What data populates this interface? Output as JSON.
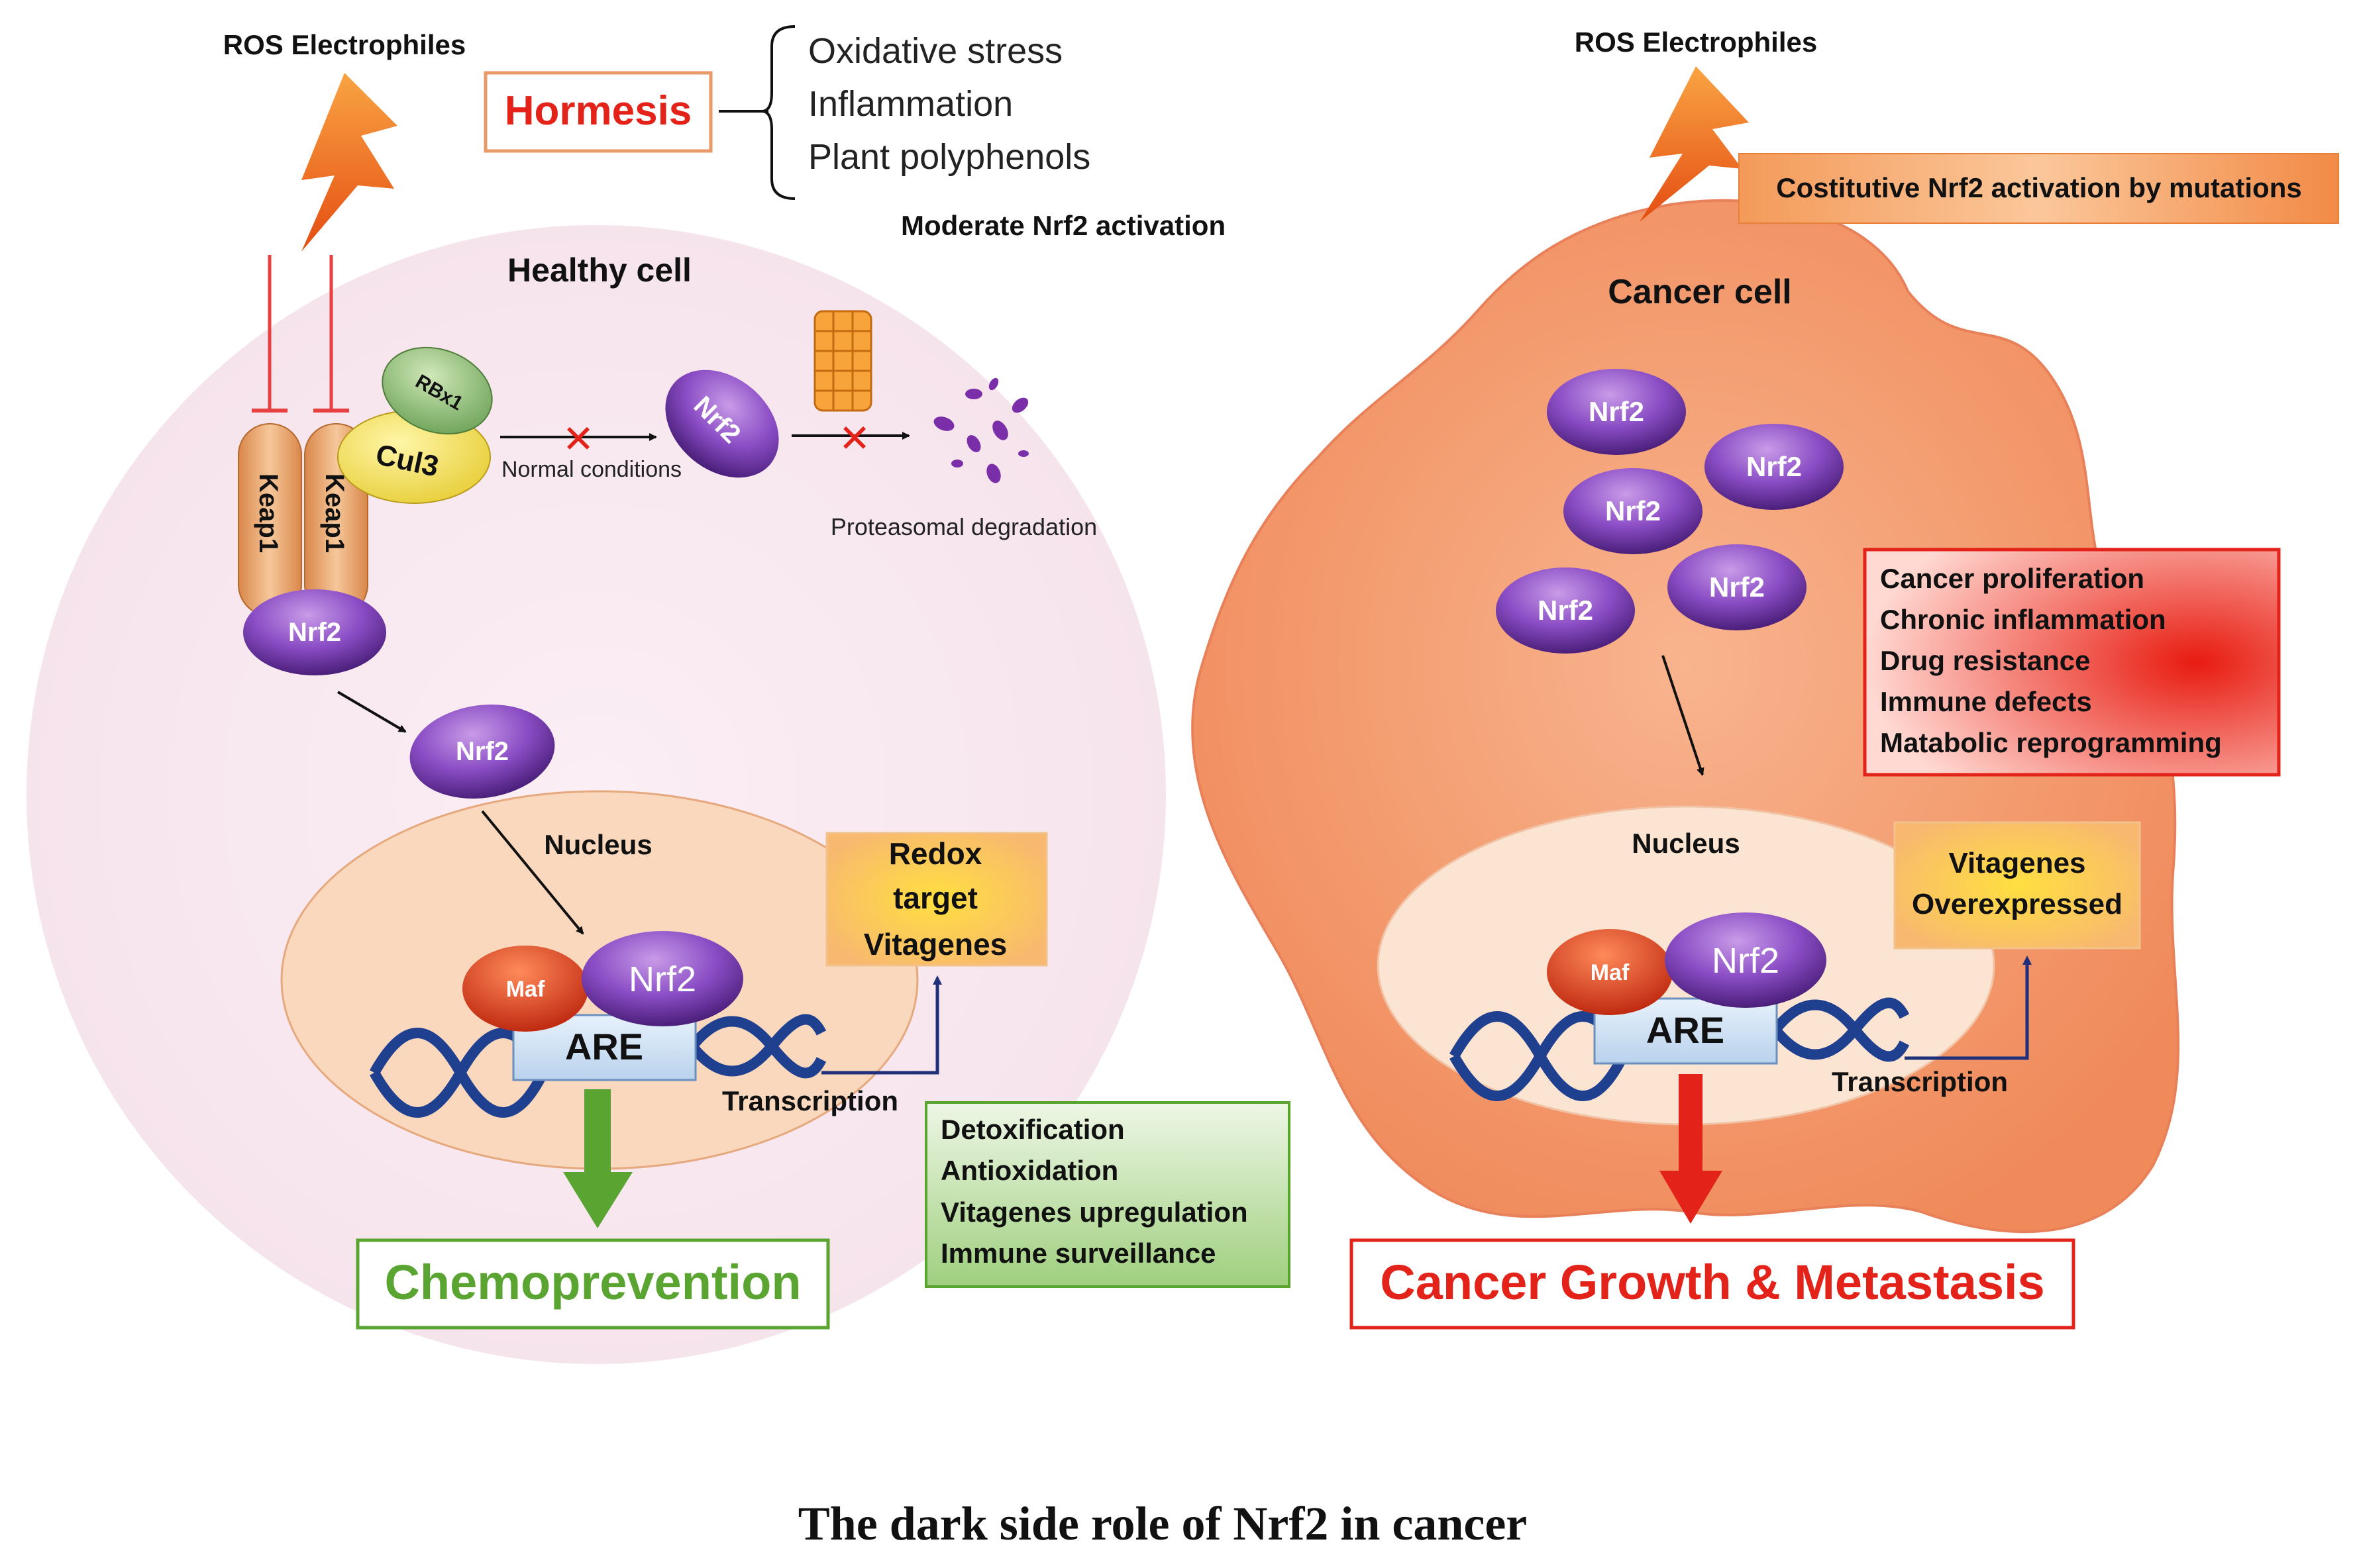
{
  "figure_title": "The dark side role of Nrf2 in cancer",
  "left": {
    "ros_label": "ROS Electrophiles",
    "hormesis_label": "Hormesis",
    "hormesis_items": [
      "Oxidative stress",
      "Inflammation",
      "Plant polyphenols"
    ],
    "moderate_label": "Moderate Nrf2 activation",
    "cell_label": "Healthy cell",
    "rbx1_label": "RBx1",
    "cul3_label": "Cul3",
    "keap1_label": "Keap1",
    "nrf2_label": "Nrf2",
    "normal_conditions_label": "Normal conditions",
    "proteasomal_label": "Proteasomal degradation",
    "nucleus_label": "Nucleus",
    "maf_label": "Maf",
    "are_label": "ARE",
    "transcription_label": "Transcription",
    "redox_lines": [
      "Redox",
      "target",
      "Vitagenes"
    ],
    "benefit_items": [
      "Detoxification",
      "Antioxidation",
      "Vitagenes upregulation",
      "Immune surveillance"
    ],
    "outcome_label": "Chemoprevention"
  },
  "right": {
    "ros_label": "ROS Electrophiles",
    "mutation_label": "Costitutive Nrf2 activation by mutations",
    "cell_label": "Cancer cell",
    "nrf2_label": "Nrf2",
    "effect_items": [
      "Cancer proliferation",
      "Chronic inflammation",
      "Drug resistance",
      "Immune defects",
      "Matabolic reprogramming"
    ],
    "nucleus_label": "Nucleus",
    "maf_label": "Maf",
    "are_label": "ARE",
    "transcription_label": "Transcription",
    "vitagenes_lines": [
      "Vitagenes",
      "Overexpressed"
    ],
    "outcome_label": "Cancer Growth & Metastasis"
  },
  "colors": {
    "nrf2_purple": "#7a3fb0",
    "hormesis_red": "#e32219",
    "chemoprevention_green": "#5aa532",
    "cancer_red": "#e32219",
    "cancer_cell_orange": "#f59a6a",
    "dna_blue": "#1f3f8f"
  }
}
